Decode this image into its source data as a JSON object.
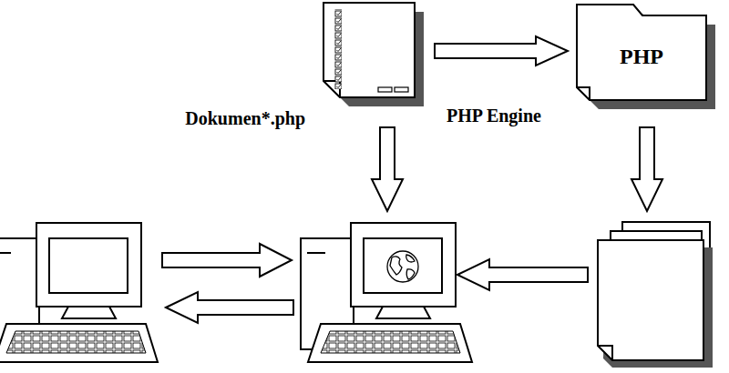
{
  "diagram": {
    "nodes": [
      {
        "text": [
          "Dokumen*.php"
        ]
      },
      {
        "text": [
          "PHP",
          "PHP Engine"
        ]
      }
    ],
    "edges": [
      {
        "from": 0,
        "to": 1,
        "arrow": "to"
      }
    ]
  }
}
